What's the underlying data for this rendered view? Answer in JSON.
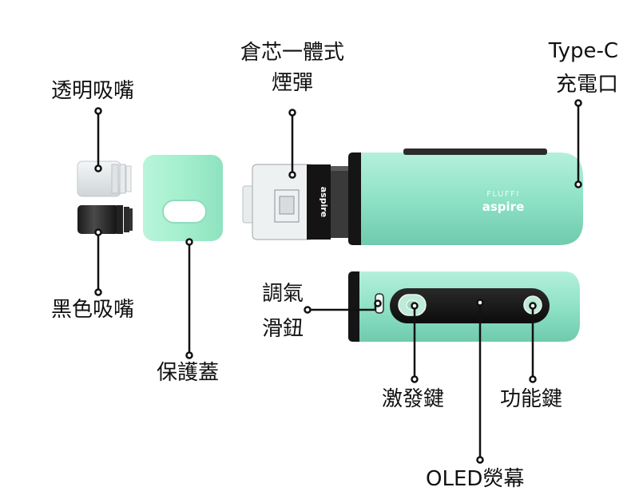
{
  "colors": {
    "mint": "#8ee3c7",
    "mint_light": "#a8ecd6",
    "cover": "#a6f0cf",
    "black": "#1a1a1a",
    "line": "#111111"
  },
  "device": {
    "brand": "aspire",
    "model": "FLUFFI",
    "pod_brand": "aspire"
  },
  "labels": {
    "drip_tip_clear": "透明吸嘴",
    "drip_tip_black": "黑色吸嘴",
    "cover": "保護蓋",
    "pod_line1": "倉芯一體式",
    "pod_line2": "煙彈",
    "typec_line1": "Type-C",
    "typec_line2": "充電口",
    "airflow_line1": "調氣",
    "airflow_line2": "滑鈕",
    "fire_button": "激發鍵",
    "function_button": "功能鍵",
    "oled": "OLED熒幕"
  }
}
